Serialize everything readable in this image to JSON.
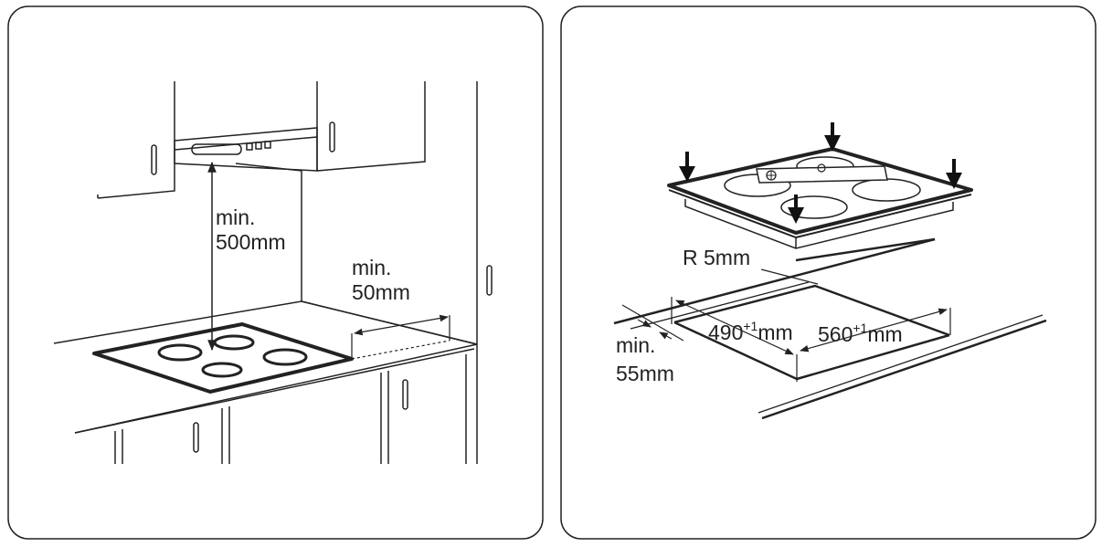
{
  "left_panel": {
    "hood_gap": {
      "line1": "min.",
      "line2": "500mm"
    },
    "side_gap": {
      "line1": "min.",
      "line2": "50mm"
    }
  },
  "right_panel": {
    "radius": "R 5mm",
    "depth": {
      "value": "490",
      "tolerance": "+1",
      "unit": "mm"
    },
    "width": {
      "value": "560",
      "tolerance": "+1",
      "unit": "mm"
    },
    "edge_gap": {
      "line1": "min.",
      "line2": "55mm"
    }
  },
  "colors": {
    "line": "#222222",
    "background": "#ffffff"
  }
}
